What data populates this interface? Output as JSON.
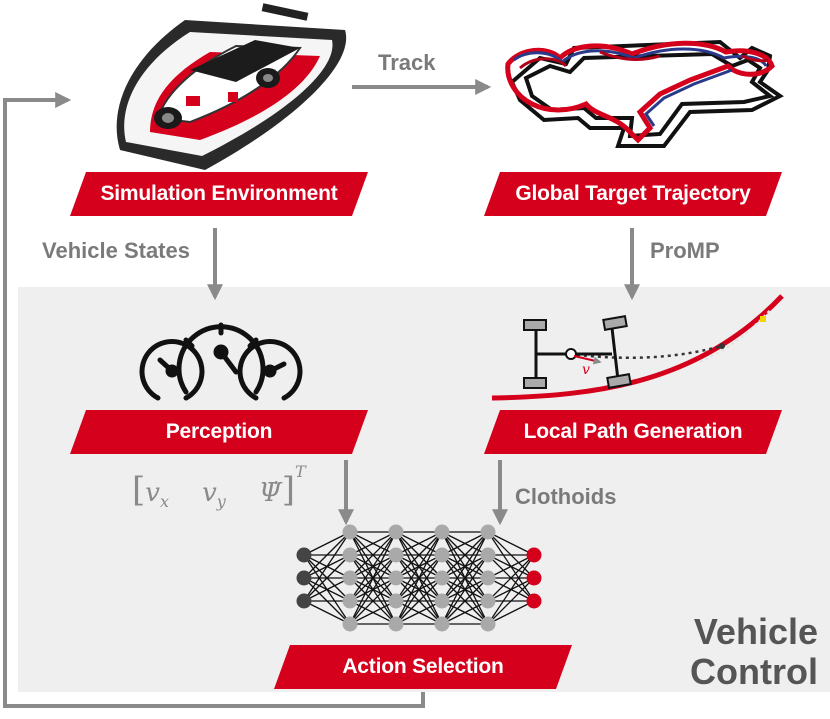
{
  "colors": {
    "accent_red": "#d5001c",
    "panel_gray": "#efefef",
    "arrow_gray": "#8a8a8a",
    "label_gray": "#7a7a7a"
  },
  "nodes": {
    "simulation": {
      "label": "Simulation Environment",
      "icon": "race-car-icon"
    },
    "global_trajectory": {
      "label": "Global Target Trajectory",
      "icon": "race-track-icon"
    },
    "perception": {
      "label": "Perception",
      "icon": "gauges-icon"
    },
    "local_path": {
      "label": "Local Path Generation",
      "icon": "vehicle-path-icon"
    },
    "action_selection": {
      "label": "Action Selection",
      "icon": "neural-network-icon"
    }
  },
  "edges": {
    "track": "Track",
    "vehicle_states": "Vehicle States",
    "promp": "ProMP",
    "clothoids": "Clothoids"
  },
  "region": {
    "line1": "Vehicle",
    "line2": "Control"
  },
  "state_vector": {
    "v1": "v",
    "s1": "x",
    "v2": "v",
    "s2": "y",
    "v3": "Ψ̇",
    "sup": "T"
  },
  "path_symbol": "v",
  "network": {
    "layer_sizes": [
      3,
      5,
      5,
      5,
      5,
      3
    ]
  }
}
